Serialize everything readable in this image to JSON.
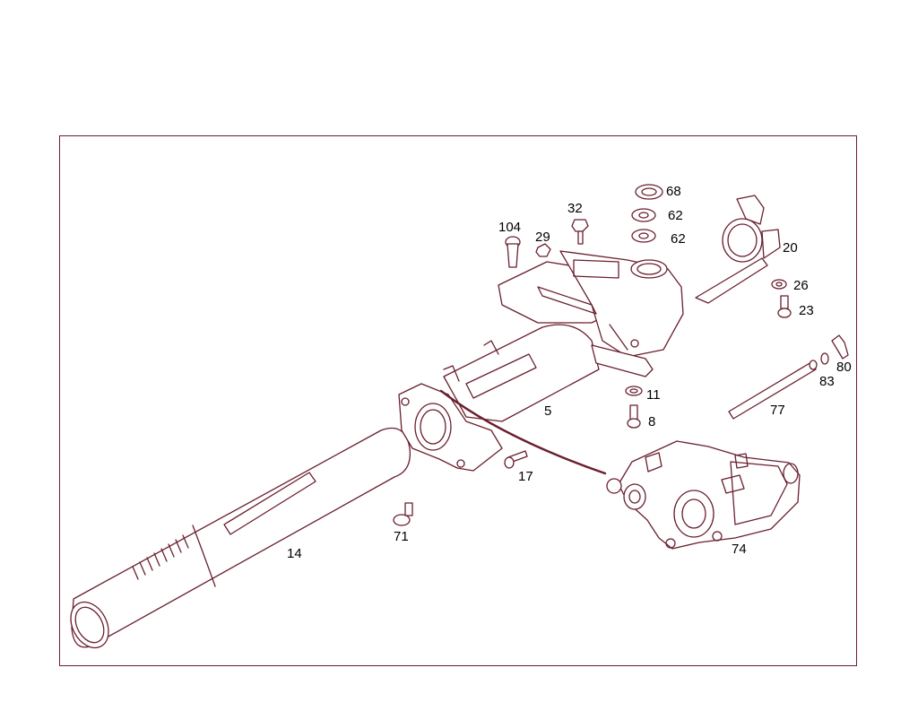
{
  "diagram": {
    "line_color": "#6a1f2e",
    "callouts": [
      {
        "id": "68",
        "text": "68"
      },
      {
        "id": "32",
        "text": "32"
      },
      {
        "id": "62a",
        "text": "62"
      },
      {
        "id": "104",
        "text": "104"
      },
      {
        "id": "29",
        "text": "29"
      },
      {
        "id": "62b",
        "text": "62"
      },
      {
        "id": "20",
        "text": "20"
      },
      {
        "id": "26",
        "text": "26"
      },
      {
        "id": "23",
        "text": "23"
      },
      {
        "id": "80",
        "text": "80"
      },
      {
        "id": "83",
        "text": "83"
      },
      {
        "id": "11",
        "text": "11"
      },
      {
        "id": "8",
        "text": "8"
      },
      {
        "id": "5",
        "text": "5"
      },
      {
        "id": "77",
        "text": "77"
      },
      {
        "id": "17",
        "text": "17"
      },
      {
        "id": "71",
        "text": "71"
      },
      {
        "id": "74",
        "text": "74"
      },
      {
        "id": "14",
        "text": "14"
      }
    ]
  }
}
